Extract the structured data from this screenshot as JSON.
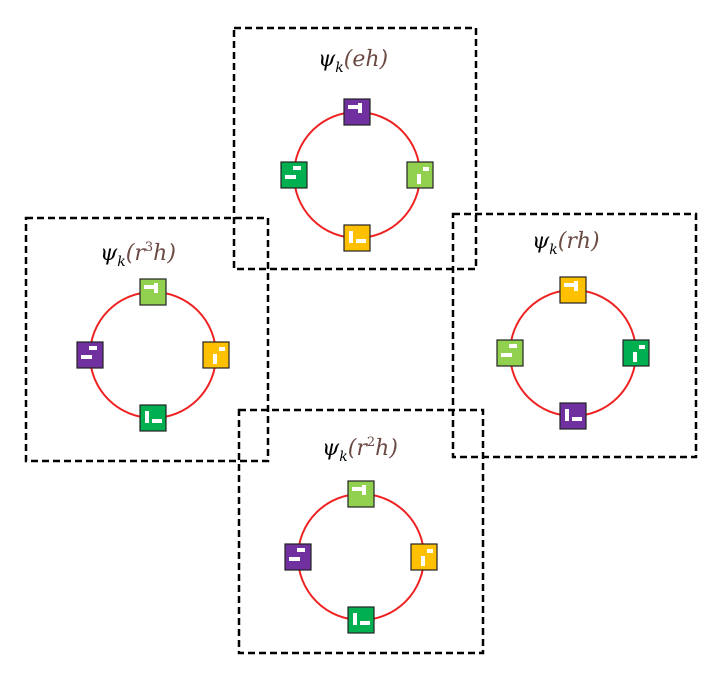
{
  "colors": {
    "orbit": "#ee2222",
    "purple": "#7030a0",
    "green": "#00b050",
    "light_green": "#92d050",
    "yellow": "#ffc000"
  },
  "panels": [
    {
      "id": "eh",
      "label": {
        "symbol": "ψ",
        "subscript": "k",
        "open": "(",
        "arg": "eh",
        "arg_sup": "",
        "arg_tail": "",
        "close": ")"
      },
      "tiles": [
        {
          "position": "top",
          "color": "purple",
          "marks": "bars-top-right"
        },
        {
          "position": "left",
          "color": "green",
          "marks": "bars-left"
        },
        {
          "position": "right",
          "color": "light_green",
          "marks": "bars-right"
        },
        {
          "position": "bottom",
          "color": "yellow",
          "marks": "bars-bottom"
        }
      ]
    },
    {
      "id": "r3h",
      "label": {
        "symbol": "ψ",
        "subscript": "k",
        "open": "(",
        "arg": "r",
        "arg_sup": "3",
        "arg_tail": "h",
        "close": ")"
      },
      "tiles": [
        {
          "position": "top",
          "color": "light_green",
          "marks": "bars-top-right"
        },
        {
          "position": "left",
          "color": "purple",
          "marks": "bars-left"
        },
        {
          "position": "right",
          "color": "yellow",
          "marks": "bars-right"
        },
        {
          "position": "bottom",
          "color": "green",
          "marks": "bars-bottom"
        }
      ]
    },
    {
      "id": "rh",
      "label": {
        "symbol": "ψ",
        "subscript": "k",
        "open": "(",
        "arg": "rh",
        "arg_sup": "",
        "arg_tail": "",
        "close": ")"
      },
      "tiles": [
        {
          "position": "top",
          "color": "yellow",
          "marks": "bars-top-right"
        },
        {
          "position": "left",
          "color": "light_green",
          "marks": "bars-left"
        },
        {
          "position": "right",
          "color": "green",
          "marks": "bars-right"
        },
        {
          "position": "bottom",
          "color": "purple",
          "marks": "bars-bottom"
        }
      ]
    },
    {
      "id": "r2h",
      "label": {
        "symbol": "ψ",
        "subscript": "k",
        "open": "(",
        "arg": "r",
        "arg_sup": "2",
        "arg_tail": "h",
        "close": ")"
      },
      "tiles": [
        {
          "position": "top",
          "color": "light_green",
          "marks": "bars-top-right"
        },
        {
          "position": "left",
          "color": "purple",
          "marks": "bars-left"
        },
        {
          "position": "right",
          "color": "yellow",
          "marks": "bars-right"
        },
        {
          "position": "bottom",
          "color": "green",
          "marks": "bars-bottom"
        }
      ]
    }
  ]
}
